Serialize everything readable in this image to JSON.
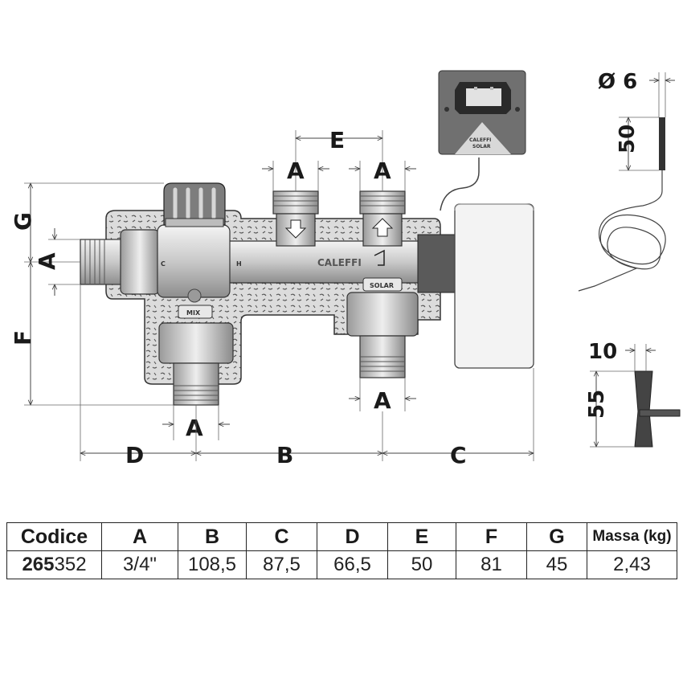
{
  "drawing": {
    "brand": "CALEFFI",
    "dimension_letters": {
      "a": "A",
      "b": "B",
      "c": "C",
      "d": "D",
      "e": "E",
      "f": "F",
      "g": "G"
    },
    "valve_labels": {
      "cold": "C",
      "hot": "H",
      "mix": "MIX",
      "solar": "SOLAR"
    },
    "controller_logo": [
      "CALEFFI",
      "SOLAR"
    ],
    "probe": {
      "diameter": "Ø 6",
      "length": "50"
    },
    "key": {
      "width": "10",
      "height": "55"
    }
  },
  "table": {
    "headers": [
      "Codice",
      "A",
      "B",
      "C",
      "D",
      "E",
      "F",
      "G",
      "Massa (kg)"
    ],
    "row": {
      "code_bold": "265",
      "code_rest": "352",
      "values": [
        "3/4\"",
        "108,5",
        "87,5",
        "66,5",
        "50",
        "81",
        "45",
        "2,43"
      ]
    }
  }
}
